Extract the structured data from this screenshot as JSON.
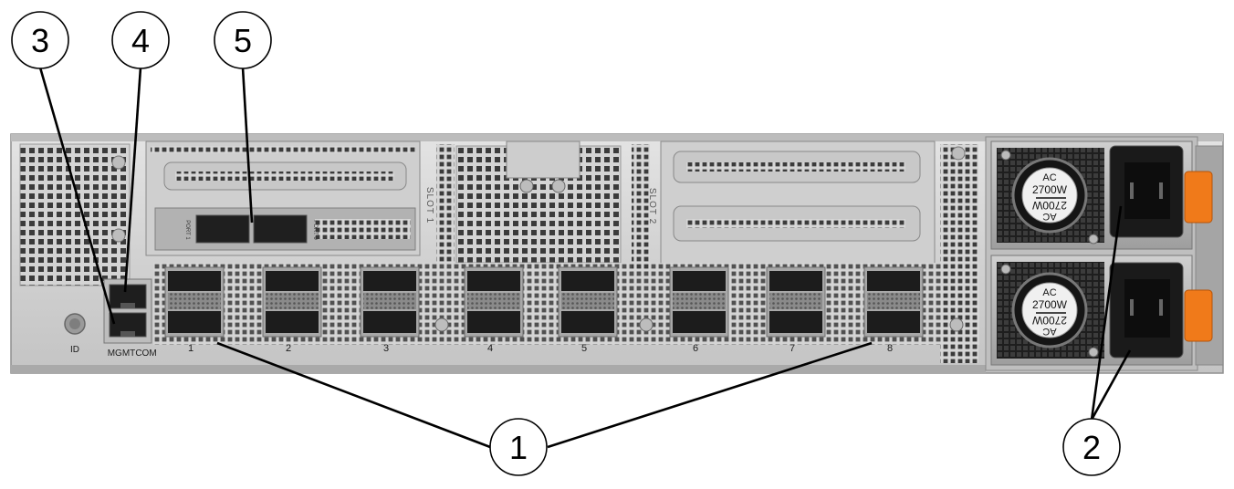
{
  "diagram": {
    "callouts": [
      {
        "id": "callout-1",
        "number": "1"
      },
      {
        "id": "callout-2",
        "number": "2"
      },
      {
        "id": "callout-3",
        "number": "3"
      },
      {
        "id": "callout-4",
        "number": "4"
      },
      {
        "id": "callout-5",
        "number": "5"
      }
    ],
    "chassis_labels": {
      "id": "ID",
      "mgmt": "MGMT",
      "com": "COM",
      "slot1": "SLOT 1",
      "slot2": "SLOT 2",
      "riser_port1": "PORT 1",
      "riser_port0": "PORT 0"
    },
    "ports": [
      "1",
      "2",
      "3",
      "4",
      "5",
      "6",
      "7",
      "8"
    ],
    "psus": [
      {
        "line1": "AC",
        "line2": "2700W"
      },
      {
        "line1": "AC",
        "line2": "2700W"
      }
    ],
    "colors": {
      "chassis": "#d9d9d9",
      "chassis_dark": "#b8b8b8",
      "vent": "#3a3a3a",
      "psu_latch": "#f07a1a",
      "psu_body": "#2a2a2a"
    }
  }
}
